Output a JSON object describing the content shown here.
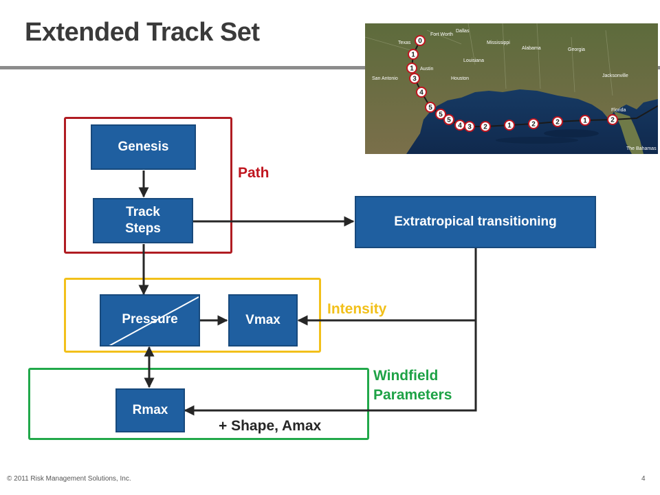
{
  "slide": {
    "title": "Extended Track Set",
    "footer": "© 2011 Risk Management Solutions, Inc.",
    "page_number": "4"
  },
  "diagram": {
    "boxes": {
      "genesis": "Genesis",
      "track_steps": "Track\nSteps",
      "pressure": "Pressure",
      "vmax": "Vmax",
      "rmax": "Rmax",
      "extratropical": "Extratropical transitioning"
    },
    "groups": {
      "path": "Path",
      "intensity": "Intensity",
      "windfield": "Windfield\nParameters"
    },
    "annotations": {
      "shape_amax": "+ Shape, Amax"
    },
    "colors": {
      "box_fill": "#1f5fa0",
      "path_border": "#b01c22",
      "intensity_border": "#f2c01a",
      "windfield_border": "#21a84a",
      "path_label": "#c0161f",
      "intensity_label": "#f2c01a",
      "windfield_label": "#1ea246",
      "arrow": "#262626"
    }
  },
  "map": {
    "labels": [
      "Fort Worth",
      "Dallas",
      "Texas",
      "Mississippi",
      "Alabama",
      "Georgia",
      "Louisiana",
      "Austin",
      "San Antonio",
      "Houston",
      "Jacksonville",
      "Florida",
      "The Bahamas"
    ],
    "track_markers": [
      "0",
      "1",
      "1",
      "3",
      "4",
      "5",
      "5",
      "5",
      "4",
      "3",
      "2",
      "1",
      "2",
      "2",
      "1",
      "2"
    ]
  }
}
